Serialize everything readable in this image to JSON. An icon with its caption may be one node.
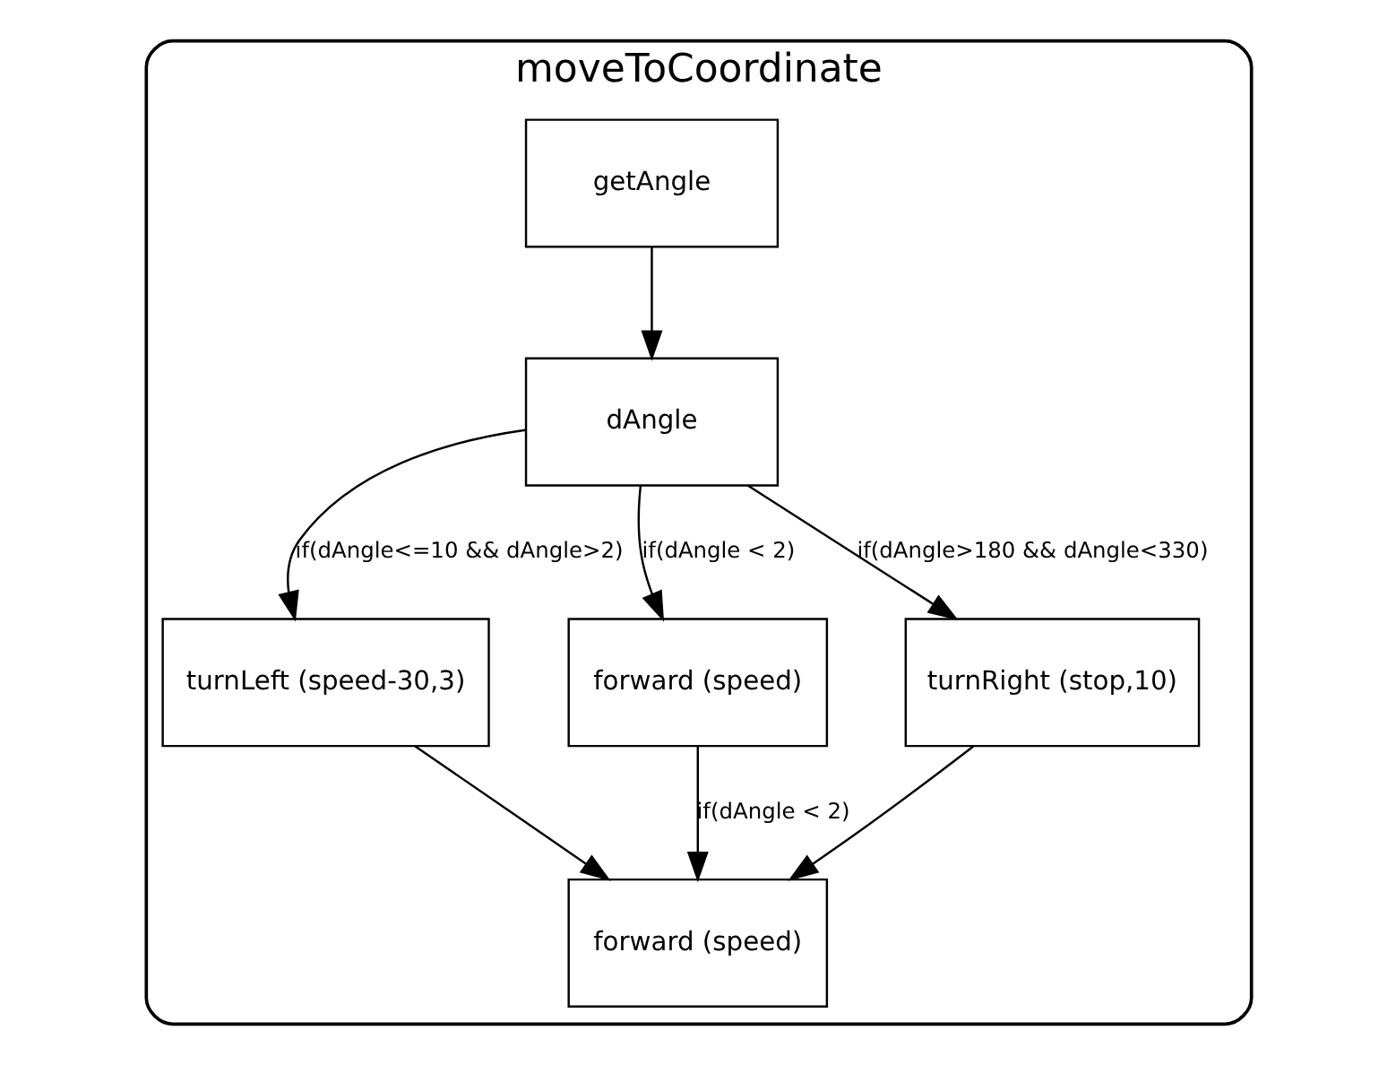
{
  "diagram": {
    "nodes": [
      {
        "text": [
          "moveToCoordinate"
        ]
      },
      {
        "text": [
          "getAngle"
        ],
        "in": 0
      },
      {
        "text": [
          "dAngle"
        ],
        "in": 0
      },
      {
        "text": [
          "turnLeft (speed-30,3)"
        ],
        "in": 0
      },
      {
        "text": [
          "forward (speed)"
        ],
        "in": 0
      },
      {
        "text": [
          "turnRight (stop,10)"
        ],
        "in": 0
      },
      {
        "text": [
          "forward (speed)"
        ],
        "in": 0
      }
    ],
    "edges": [
      {
        "from": 1,
        "to": 2,
        "arrow": "to"
      },
      {
        "from": 2,
        "to": 3,
        "arrow": "to",
        "label": "if(dAngle<=10 && dAngle>2)"
      },
      {
        "from": 2,
        "to": 4,
        "arrow": "to",
        "label": "if(dAngle < 2)"
      },
      {
        "from": 2,
        "to": 5,
        "arrow": "to",
        "label": "if(dAngle>180 && dAngle<330)"
      },
      {
        "from": 3,
        "to": 6,
        "arrow": "to"
      },
      {
        "from": 4,
        "to": 6,
        "arrow": "to",
        "label": "if(dAngle < 2)"
      },
      {
        "from": 5,
        "to": 6,
        "arrow": "to"
      }
    ]
  }
}
